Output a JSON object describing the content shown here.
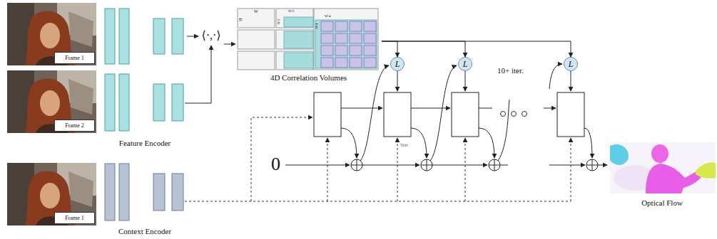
{
  "diagram": {
    "nodes": [
      {
        "text": [
          "Frame 1"
        ]
      },
      {
        "text": [
          "Feature Encoder"
        ]
      },
      {
        "text": [
          "⟨·,·⟩"
        ]
      },
      {
        "text": [
          "4D Correlation Volumes"
        ]
      },
      {
        "text": [
          "L"
        ]
      },
      {
        "text": [
          "L"
        ]
      },
      {
        "text": [
          "L"
        ]
      },
      {
        "text": [
          "Frame 2"
        ]
      },
      {
        "text": [
          "Frame 1"
        ]
      },
      {
        "text": [
          "Context Encoder"
        ]
      },
      {
        "text": [
          "Optical Flow"
        ]
      }
    ],
    "edges": [
      {
        "from": 1,
        "to": 2,
        "arrow": "to"
      },
      {
        "from": 2,
        "to": 3,
        "arrow": "to"
      },
      {
        "from": 3,
        "to": 4,
        "arrow": "to"
      },
      {
        "from": 3,
        "to": 5,
        "arrow": "to"
      },
      {
        "from": 3,
        "to": 6,
        "arrow": "to"
      }
    ],
    "labels": [
      "H",
      "W",
      "H/2",
      "W/2",
      "H/4",
      "W/4",
      "Text",
      "0",
      "10+ iter."
    ]
  }
}
